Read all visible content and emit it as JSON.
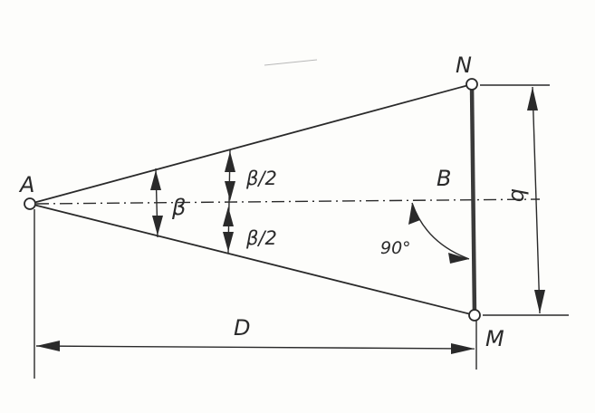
{
  "diagram": {
    "labels": {
      "point_a": "A",
      "point_n": "N",
      "point_m": "M",
      "point_b": "B",
      "angle_beta": "β",
      "angle_half_top": "β/2",
      "angle_half_bottom": "β/2",
      "right_angle": "90°",
      "distance_d": "D",
      "base_b": "b"
    },
    "colors": {
      "ink": "#2a2a2a",
      "paper": "#fdfdfb"
    }
  }
}
